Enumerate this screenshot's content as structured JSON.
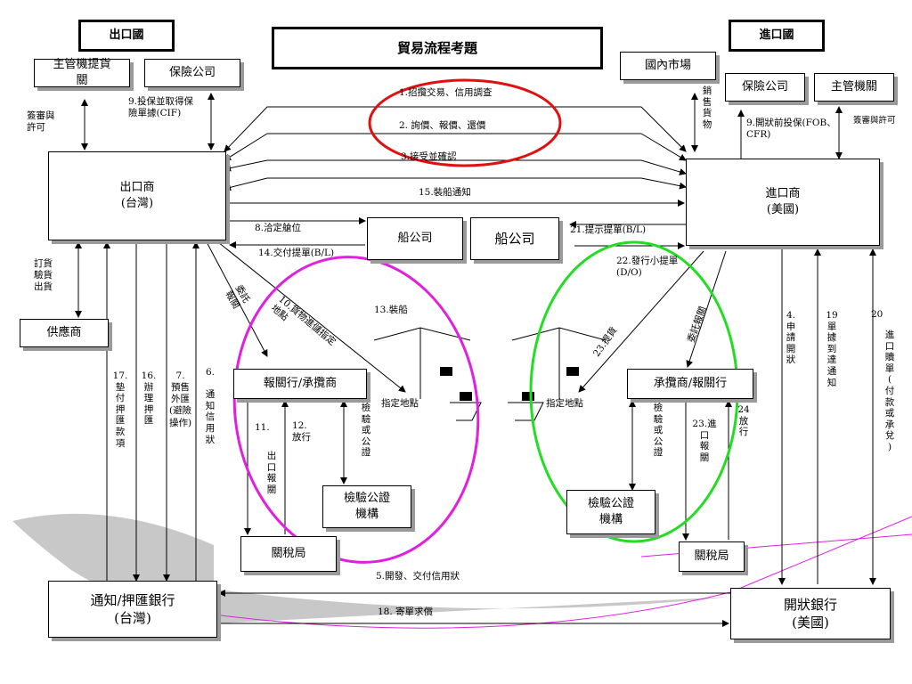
{
  "title": "貿易流程考題",
  "headers": {
    "exporter_country": "出口國",
    "importer_country": "進口國"
  },
  "boxes": {
    "exp_authority": "主管機提貨\n關",
    "exp_insurance": "保險公司",
    "exporter": "出口商\n(台灣)",
    "supplier": "供應商",
    "shipping1": "船公司",
    "shipping2": "船公司",
    "exp_broker": "報關行/承攬商",
    "exp_inspection": "檢驗公證\n機構",
    "exp_customs": "關稅局",
    "advising_bank": "通知/押匯銀行\n(台灣)",
    "domestic_market": "國內市場",
    "imp_insurance": "保險公司",
    "imp_authority": "主管機關",
    "importer": "進口商\n(美國)",
    "imp_broker": "承攬商/報關行",
    "imp_inspection": "檢驗公證\n機構",
    "imp_customs": "關稅局",
    "issuing_bank": "開狀銀行\n(美國)"
  },
  "labels": {
    "s1": "1.招攬交易、信用調查",
    "s2": "2. 詢價、報價、還價",
    "s3": "3.接受並確認",
    "s15": "15.裝船通知",
    "s8": "8.洽定艙位",
    "s14": "14.交付提單(B/L)",
    "s21": "21.提示提單(B/L)",
    "s22": "22.發行小提單\n(D/O)",
    "s9a": "9.投保並取得保\n險單據(CIF)",
    "s9b": "9.開狀前投保(FOB、\nCFR)",
    "sign_exp": "簽審與\n許可",
    "sign_imp": "簽審與許可",
    "order": "訂貨\n驗貨\n出貨",
    "s13": "13.裝船",
    "s10": "10.貨物進儲指定\n地點",
    "s10b": "委託\n報關",
    "designated1": "指定地點",
    "designated2": "指定地點",
    "inspect_exp": "檢\n驗\n或\n公\n證",
    "inspect_imp": "檢\n驗\n或\n公\n證",
    "s11": "11.",
    "exp_decl": "出\n口\n報\n關",
    "s12": "12.\n放行",
    "s17": "17.\n墊\n付\n押\n匯\n款\n項",
    "s16": "16.\n辦\n理\n押\n匯",
    "s7": "7.\n預售\n外匯\n(避險\n操作)",
    "s6": "6.\n\n通\n知\n信\n用\n狀",
    "s5": "5.開發、交付信用狀",
    "s18": "18. 寄單求償",
    "sales": "銷\n售\n貨\n物",
    "s4": "4.\n申\n請\n開\n狀",
    "s19": "19\n單\n據\n到\n達\n通\n知",
    "s20": "20",
    "s20b": "進\n口\n贖\n單\n(\n付\n款\n或\n承\n兌\n)",
    "s23": "23.進\n口\n報\n關",
    "s24": "24\n放\n行",
    "pickup": "23.提貨",
    "entrust_imp": "委託報關"
  }
}
